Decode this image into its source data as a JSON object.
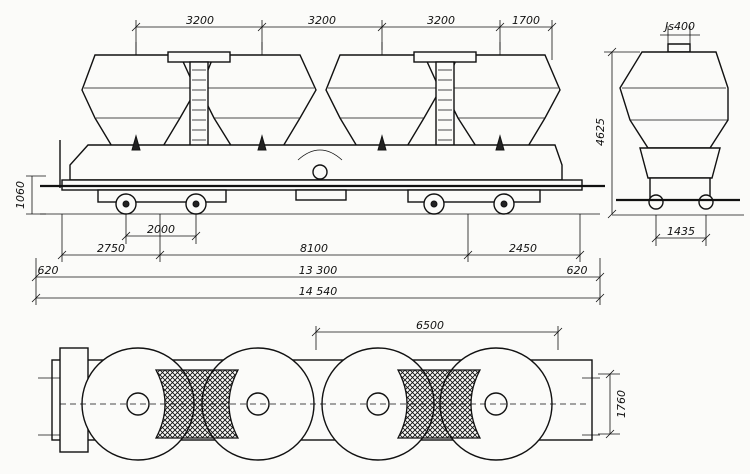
{
  "drawing": {
    "side_view": {
      "top_dims": [
        "3200",
        "3200",
        "3200",
        "1700"
      ],
      "height_left": "1060",
      "bogie_spacing_small": "2000",
      "row1": [
        "2750",
        "8100",
        "2450"
      ],
      "row2": [
        "620",
        "13 300",
        "620"
      ],
      "overall": "14 540"
    },
    "end_view": {
      "top": "Js400",
      "height": "4625",
      "gauge": "1435"
    },
    "plan_view": {
      "spacing": "6500",
      "width": "1760"
    }
  }
}
